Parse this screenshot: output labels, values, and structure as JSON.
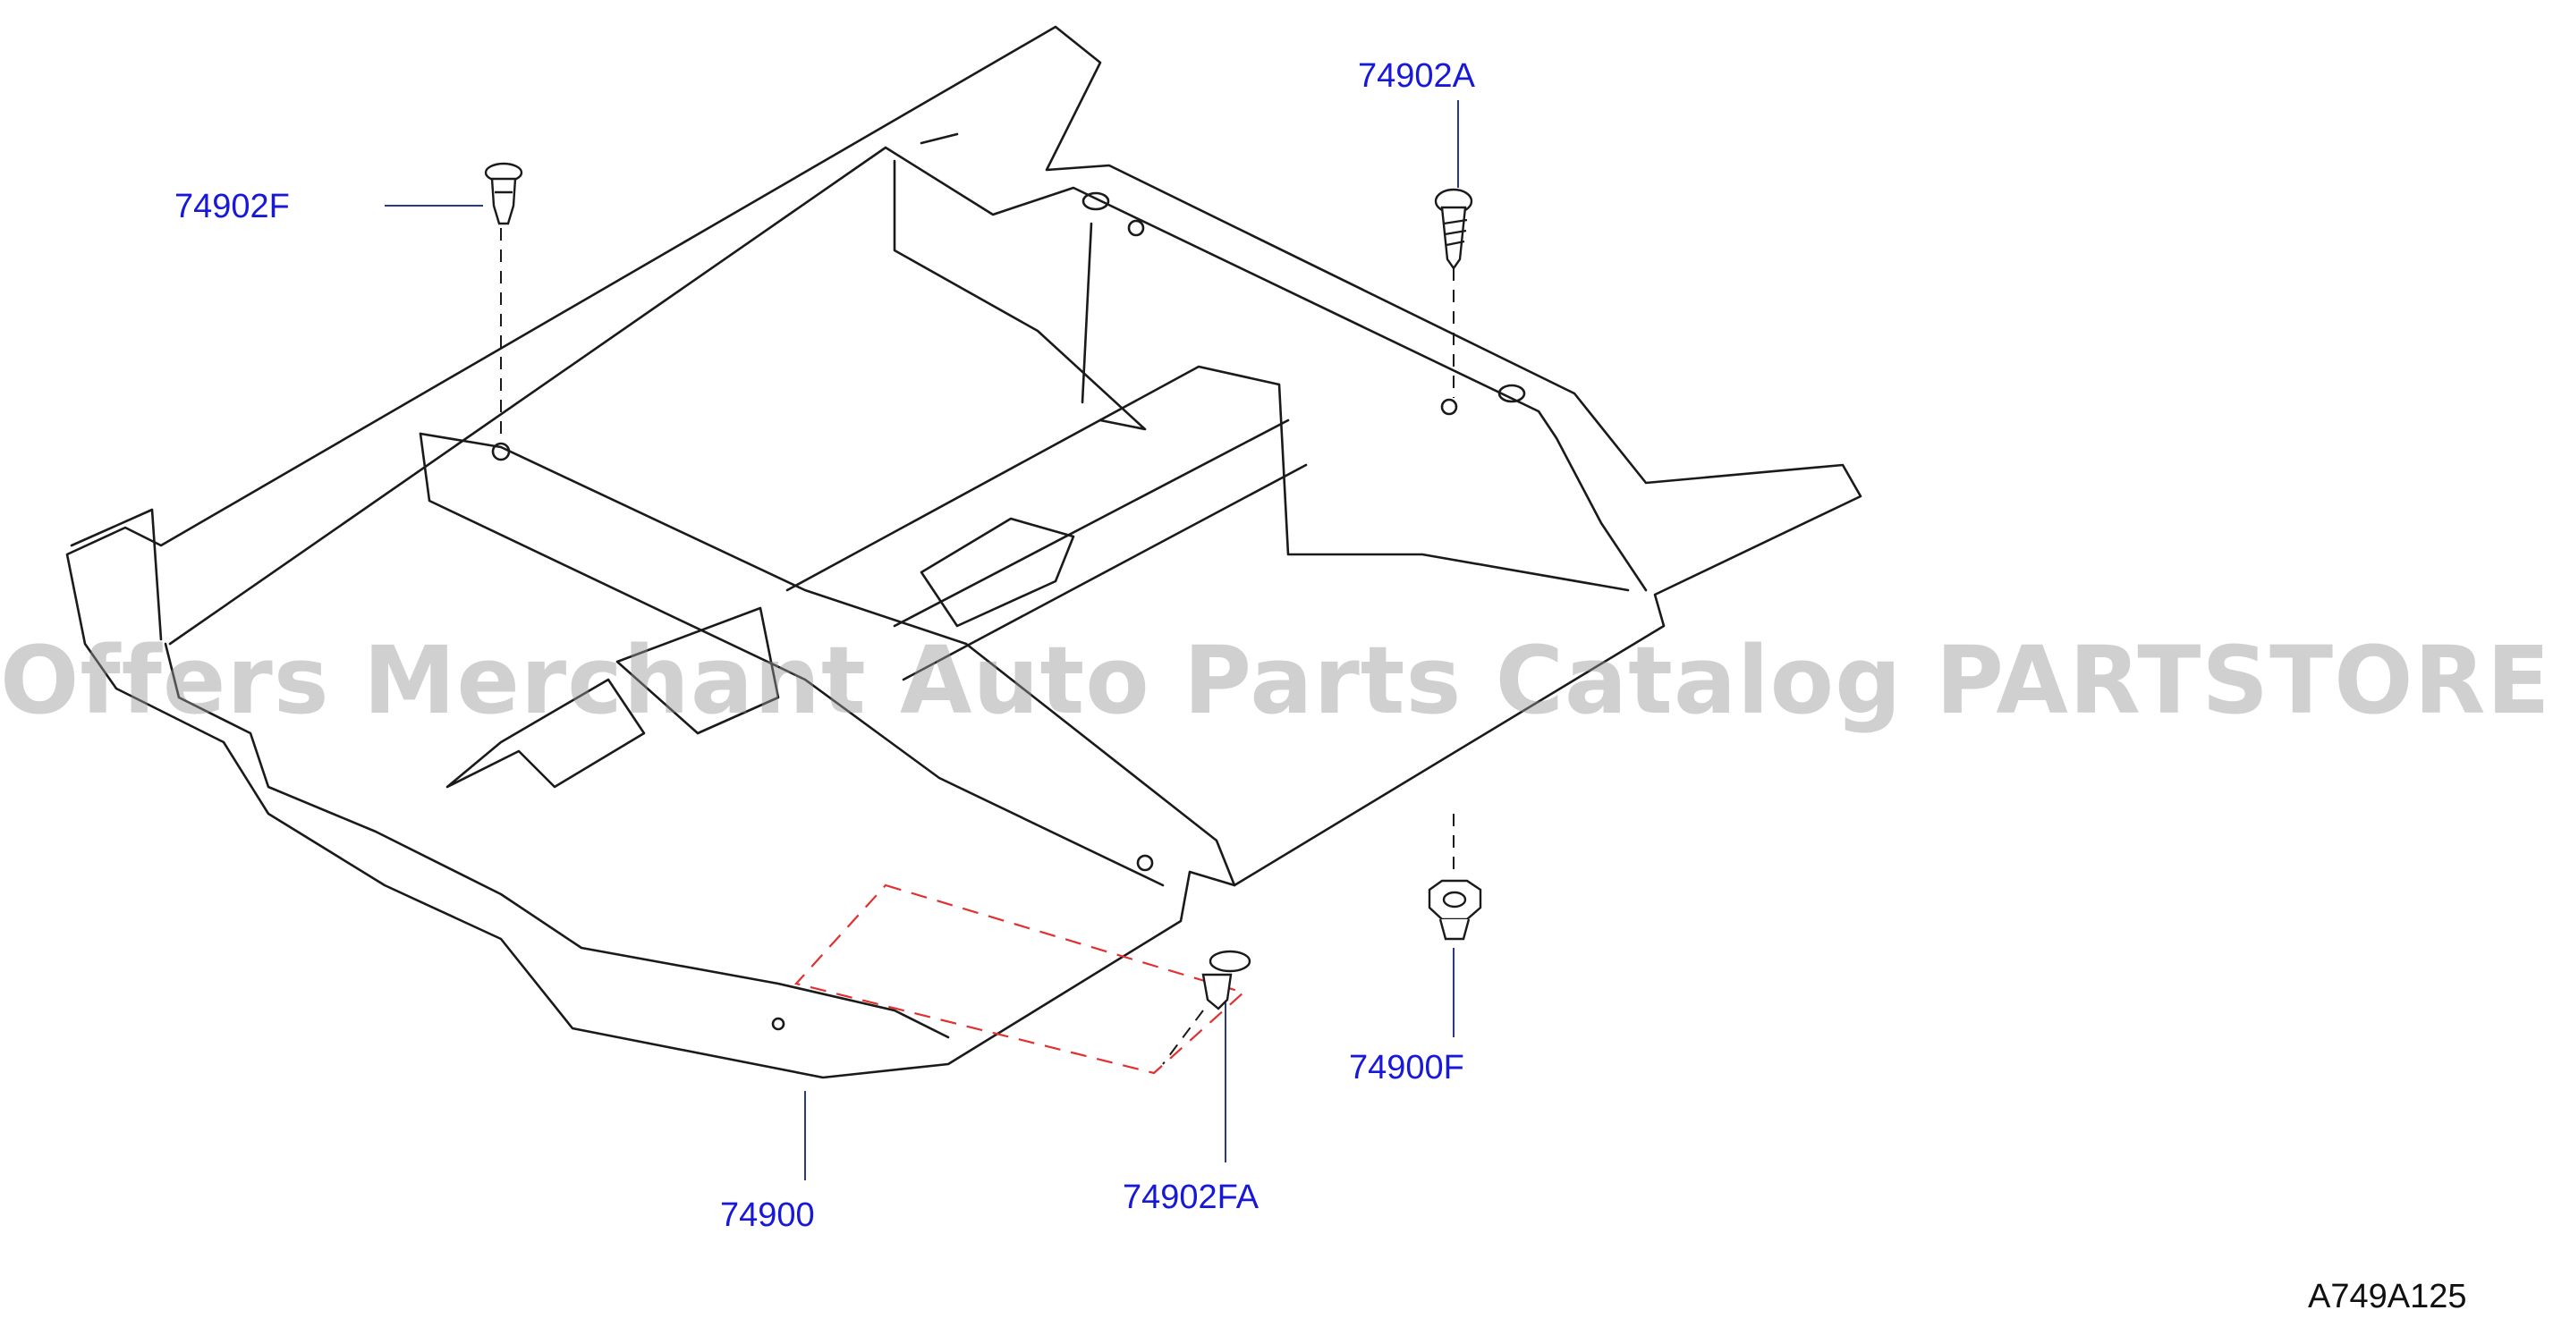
{
  "diagram": {
    "drawing_code": "A749A125",
    "watermark": "Offers Merchant Auto Parts Catalog PARTSTORE.SA",
    "colors": {
      "line": "#1a1a1a",
      "callout": "#1818d8",
      "leader": "#2a3a8a",
      "dashed_region": "#e03030"
    },
    "parts": [
      {
        "id": "74902F",
        "label": "74902F",
        "icon": "push-clip-icon"
      },
      {
        "id": "74902A",
        "label": "74902A",
        "icon": "screw-clip-icon"
      },
      {
        "id": "74900F",
        "label": "74900F",
        "icon": "grommet-clip-icon"
      },
      {
        "id": "74900",
        "label": "74900",
        "icon": "floor-carpet"
      },
      {
        "id": "74902FA",
        "label": "74902FA",
        "icon": "push-clip-icon"
      }
    ]
  }
}
